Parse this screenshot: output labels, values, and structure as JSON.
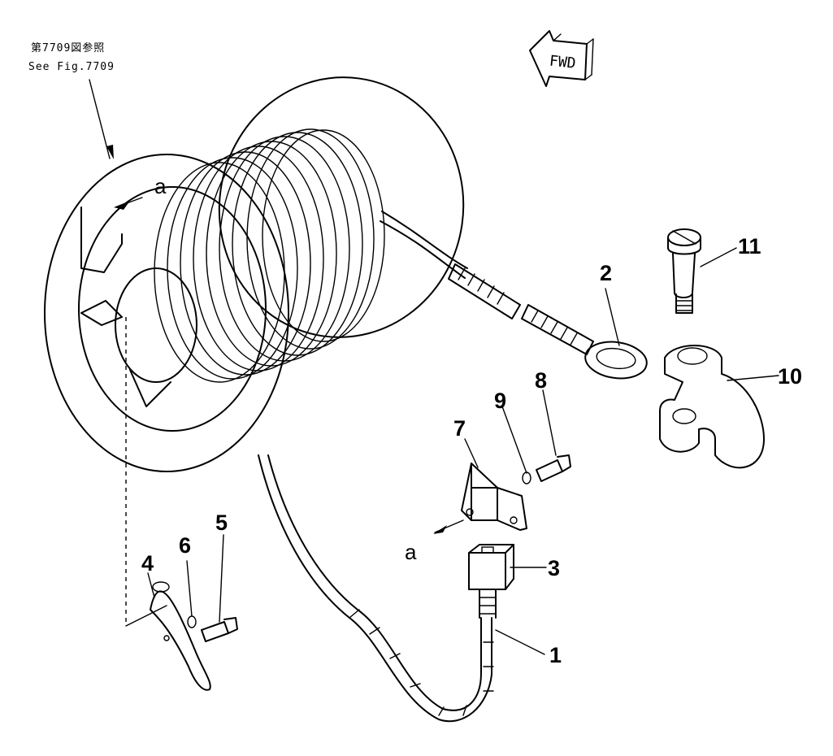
{
  "reference": {
    "line1": "第7709図参照",
    "line2": "See Fig.7709"
  },
  "direction_arrow": {
    "label": "FWD"
  },
  "point_marks": {
    "a_upper": "a",
    "a_lower": "a"
  },
  "callouts": {
    "p1": "1",
    "p2": "2",
    "p3": "3",
    "p4": "4",
    "p5": "5",
    "p6": "6",
    "p7": "7",
    "p8": "8",
    "p9": "9",
    "p10": "10",
    "p11": "11"
  },
  "colors": {
    "ink": "#000000",
    "paper": "#ffffff"
  }
}
